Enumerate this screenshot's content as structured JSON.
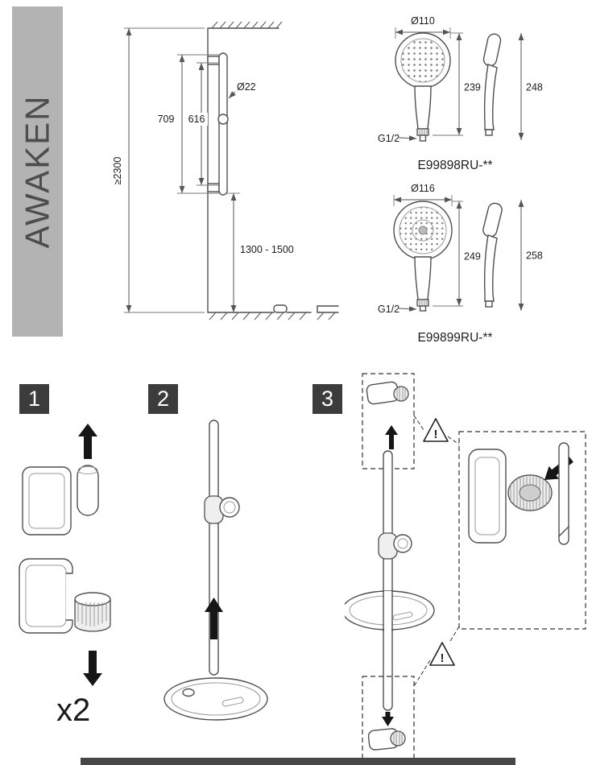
{
  "banner": {
    "label": "AWAKEN"
  },
  "wall_diagram": {
    "min_height": "≥2300",
    "bar_length": "709",
    "hole_distance": "616",
    "bar_diameter": "Ø22",
    "mount_range": "1300 - 1500"
  },
  "products": [
    {
      "face_diameter": "Ø110",
      "front_height": "239",
      "side_height": "248",
      "thread": "G1/2",
      "model": "E99898RU-**"
    },
    {
      "face_diameter": "Ø116",
      "front_height": "249",
      "side_height": "258",
      "thread": "G1/2",
      "model": "E99899RU-**"
    }
  ],
  "steps": {
    "one": {
      "number": "1",
      "quantity": "x2"
    },
    "two": {
      "number": "2"
    },
    "three": {
      "number": "3"
    },
    "warning": "!"
  }
}
